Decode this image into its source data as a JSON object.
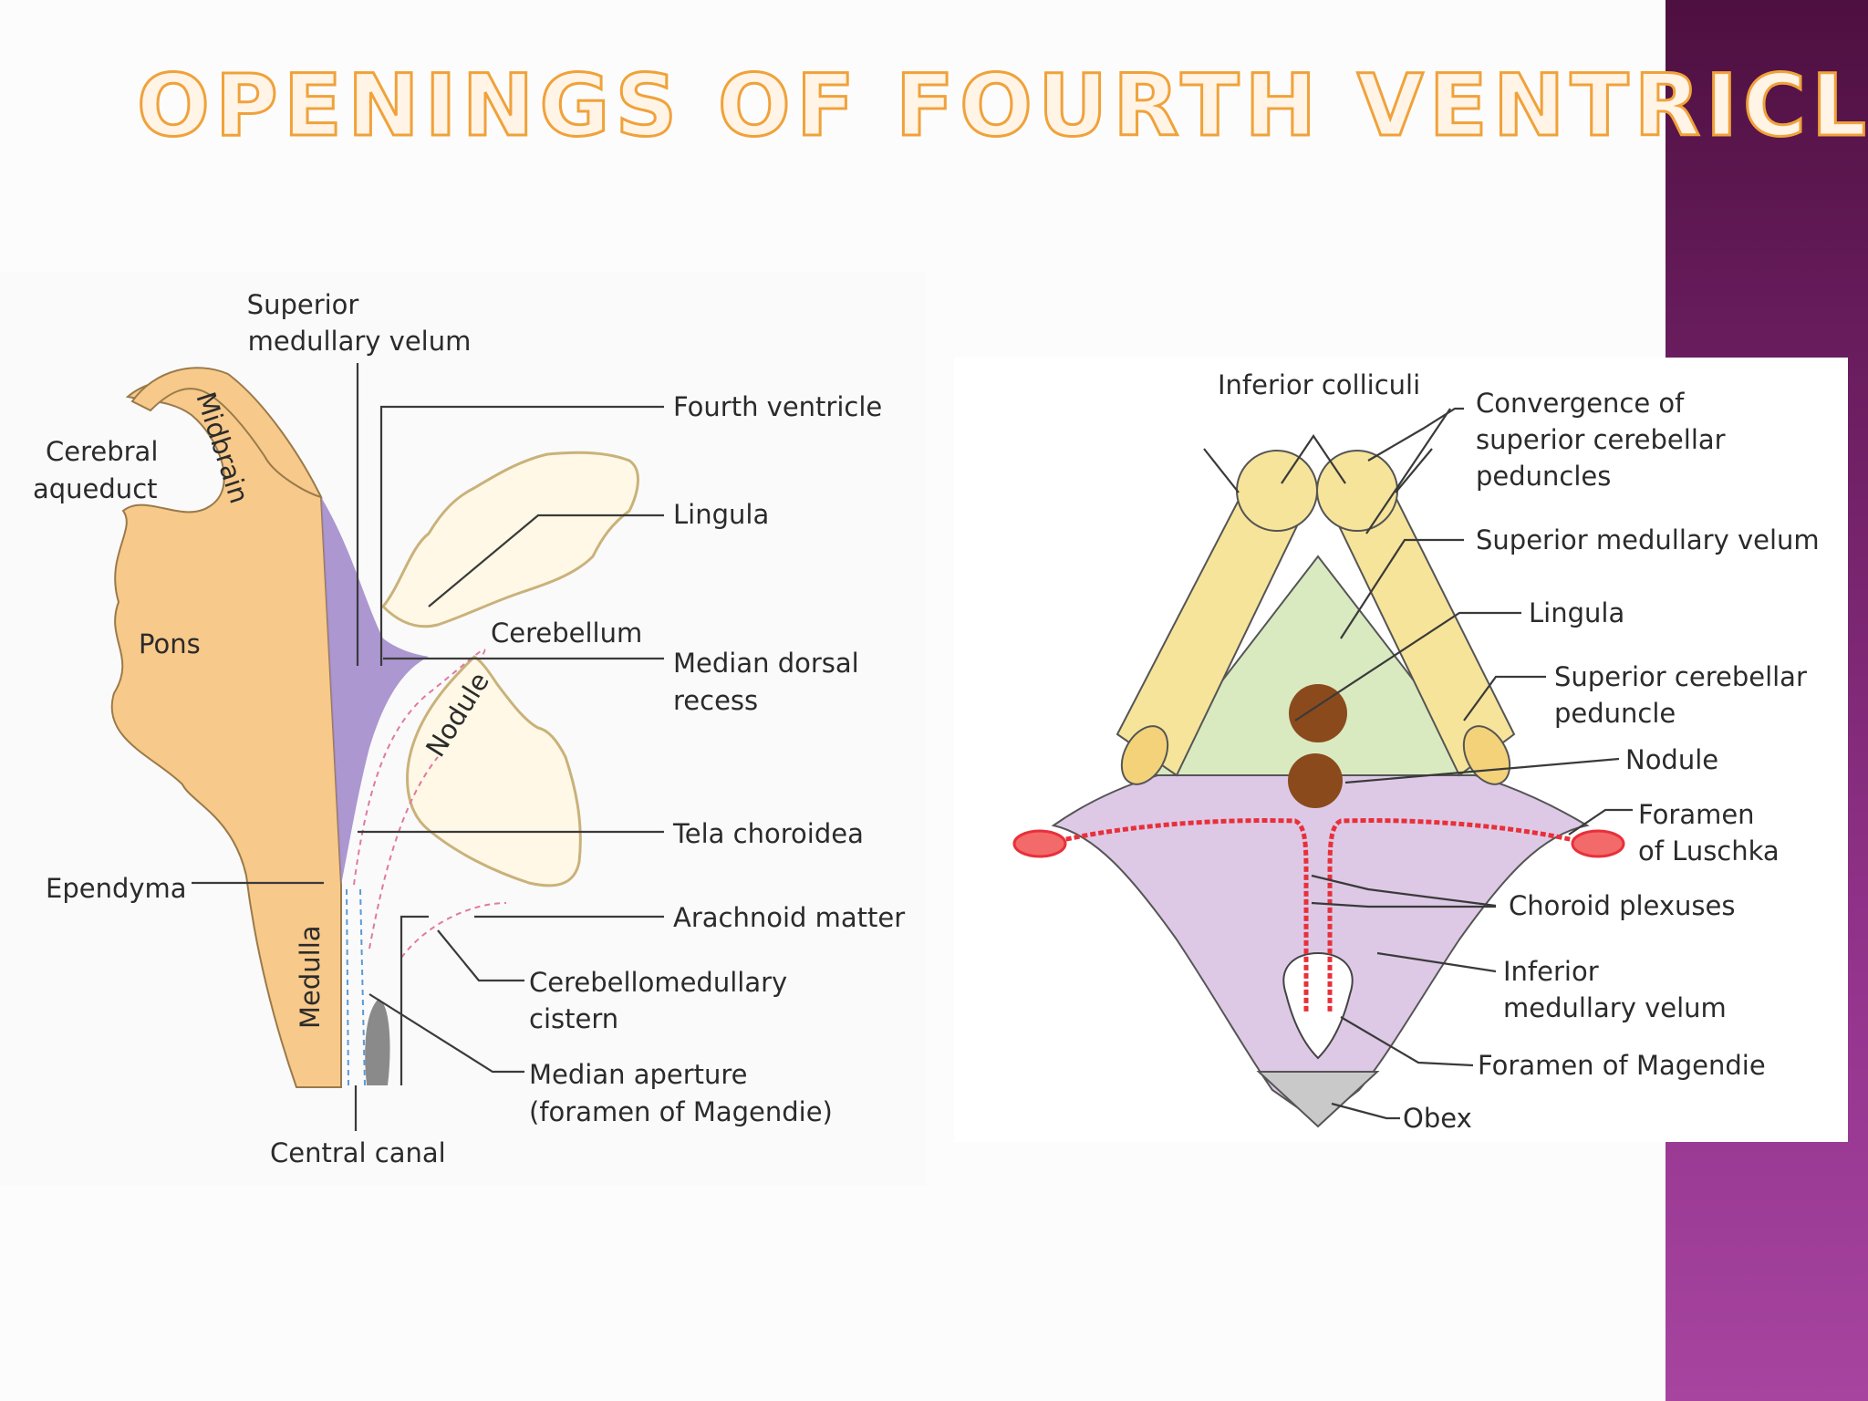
{
  "title": "OPENINGS OF FOURTH VENTRICLE",
  "colors": {
    "title_fill": "#fff4e6",
    "title_stroke": "#f0a23a",
    "sidebar": "#8a2c80",
    "brainstem": "#f7c98a",
    "ventricle": "#9d85c9",
    "peduncle": "#f6e49a",
    "velum": "#d9eac0",
    "inferior_velum": "#ddc9e6",
    "nodule": "#8b4a1c",
    "choroid": "#e8303a",
    "obex": "#c9c9c9"
  },
  "left_diagram": {
    "labels": {
      "superior_velum": [
        "Superior",
        "medullary velum"
      ],
      "fourth_ventricle": "Fourth ventricle",
      "cerebral_aqueduct": [
        "Cerebral",
        "aqueduct"
      ],
      "midbrain": "Midbrain",
      "lingula": "Lingula",
      "pons": "Pons",
      "cerebellum": "Cerebellum",
      "median_dorsal_recess": [
        "Median dorsal",
        "recess"
      ],
      "nodule": "Nodule",
      "tela_choroidea": "Tela choroidea",
      "ependyma": "Ependyma",
      "arachnoid": "Arachnoid matter",
      "medulla": "Medulla",
      "cisterna": [
        "Cerebellomedullary",
        "cistern"
      ],
      "median_aperture": [
        "Median aperture",
        "(foramen of Magendie)"
      ],
      "central_canal": "Central canal"
    }
  },
  "right_diagram": {
    "labels": {
      "inferior_colliculi": "Inferior colliculi",
      "convergence": [
        "Convergence of",
        "superior cerebellar",
        "peduncles"
      ],
      "superior_velum": "Superior medullary velum",
      "lingula": "Lingula",
      "superior_peduncle": [
        "Superior cerebellar",
        "peduncle"
      ],
      "nodule": "Nodule",
      "luschka": [
        "Foramen",
        "of Luschka"
      ],
      "choroid_plexuses": "Choroid plexuses",
      "inferior_velum": [
        "Inferior",
        "medullary velum"
      ],
      "magendie": "Foramen of Magendie",
      "obex": "Obex"
    }
  }
}
